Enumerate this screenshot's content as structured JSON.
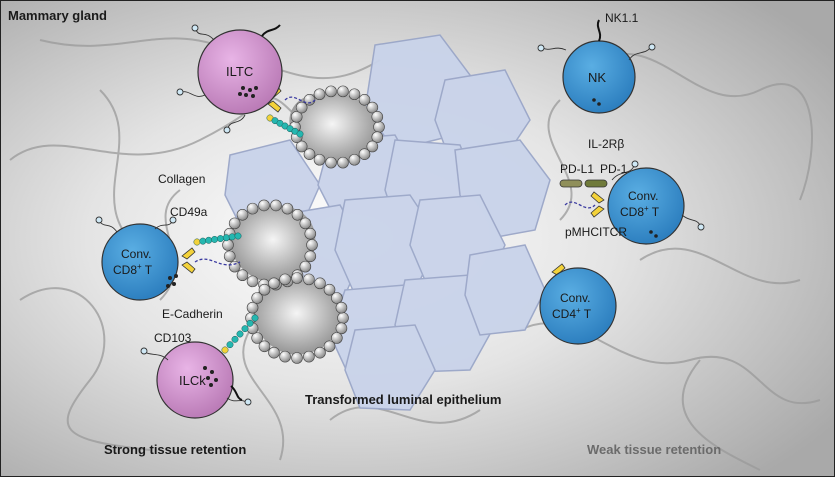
{
  "panel": {
    "title": "Mammary gland",
    "center_label": "Transformed luminal epithelium",
    "left_caption": "Strong tissue retention",
    "right_caption": "Weak tissue retention"
  },
  "cells": {
    "iltc": "ILTC",
    "ilck": "ILCk",
    "nk": "NK",
    "cd8_left_1": "Conv.",
    "cd8_left_2": "CD8",
    "cd8_right_1": "Conv.",
    "cd8_right_2": "CD8",
    "cd4_1": "Conv.",
    "cd4_2": "CD4",
    "sup_plus": "+",
    "t_suffix": " T"
  },
  "markers": {
    "collagen": "Collagen",
    "cd49a": "CD49a",
    "e_cadherin": "E-Cadherin",
    "cd103": "CD103",
    "nk11": "NK1.1",
    "il2rb": "IL-2Rβ",
    "pdl1": "PD-L1",
    "pd1": "PD-1",
    "pmhc": "pMHC",
    "tcr": "ITCR"
  },
  "colors": {
    "purple_cell": "#cc8cc8",
    "blue_cell": "#3b93cf",
    "epithelium": "#c9d3ea",
    "teal_chain": "#25b7b0",
    "yellow_receptor": "#f3d23a"
  }
}
